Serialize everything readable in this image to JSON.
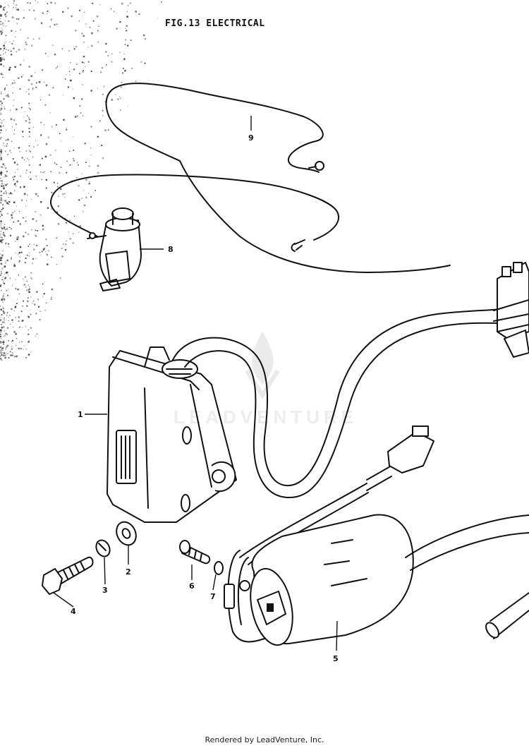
{
  "figure": {
    "title": "FIG.13  ELECTRICAL"
  },
  "callouts": [
    {
      "id": "1",
      "label": "1"
    },
    {
      "id": "2",
      "label": "2"
    },
    {
      "id": "3",
      "label": "3"
    },
    {
      "id": "4",
      "label": "4"
    },
    {
      "id": "5",
      "label": "5"
    },
    {
      "id": "6",
      "label": "6"
    },
    {
      "id": "7",
      "label": "7"
    },
    {
      "id": "8",
      "label": "8"
    },
    {
      "id": "9",
      "label": "9"
    }
  ],
  "watermark": {
    "brand": "LEADVENTURE"
  },
  "footer": {
    "text": "Rendered by LeadVenture, Inc."
  }
}
